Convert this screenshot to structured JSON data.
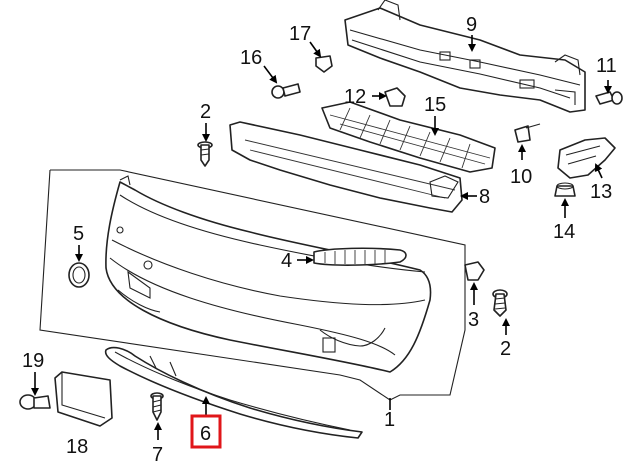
{
  "diagram": {
    "callouts": {
      "c1": "1",
      "c2a": "2",
      "c2b": "2",
      "c3": "3",
      "c4": "4",
      "c5": "5",
      "c6": "6",
      "c7": "7",
      "c8": "8",
      "c9": "9",
      "c10": "10",
      "c11": "11",
      "c12": "12",
      "c13": "13",
      "c14": "14",
      "c15": "15",
      "c16": "16",
      "c17": "17",
      "c18": "18",
      "c19": "19"
    },
    "highlighted_part": "6",
    "highlight_color": "#e0161a"
  }
}
